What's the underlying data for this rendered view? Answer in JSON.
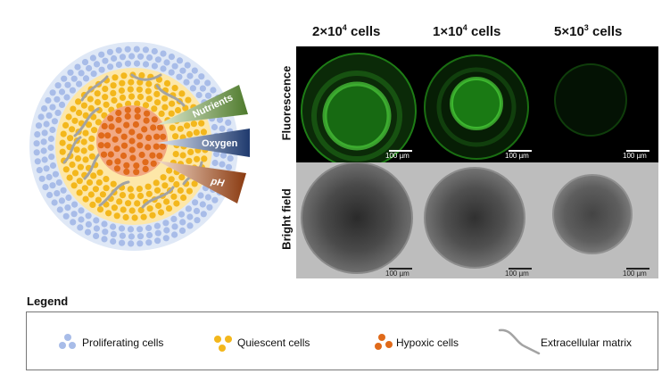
{
  "diagram": {
    "gradient_labels": [
      "Nutrients",
      "Oxygen",
      "pH"
    ],
    "colors": {
      "proliferating": "#a8bce8",
      "quiescent": "#f3b71c",
      "hypoxic": "#e06a1a",
      "matrix": "#a3a3a3",
      "nutrients_wedge": "#4e7a2c",
      "oxygen_wedge": "#1f3a6e",
      "ph_wedge": "#8a3a10"
    }
  },
  "micrographs": {
    "columns": [
      {
        "base": "2×10",
        "exp": "4",
        "unit": " cells"
      },
      {
        "base": "1×10",
        "exp": "4",
        "unit": " cells"
      },
      {
        "base": "5×10",
        "exp": "3",
        "unit": " cells"
      }
    ],
    "rows": [
      "Fluorescence",
      "Bright field"
    ],
    "scale_bar": "100 µm"
  },
  "legend": {
    "title": "Legend",
    "items": [
      {
        "label": "Proliferating cells",
        "icon": "blue-cells-icon"
      },
      {
        "label": "Quiescent cells",
        "icon": "yellow-cells-icon"
      },
      {
        "label": "Hypoxic cells",
        "icon": "orange-cells-icon"
      },
      {
        "label": "Extracellular matrix",
        "icon": "fiber-icon"
      }
    ]
  }
}
